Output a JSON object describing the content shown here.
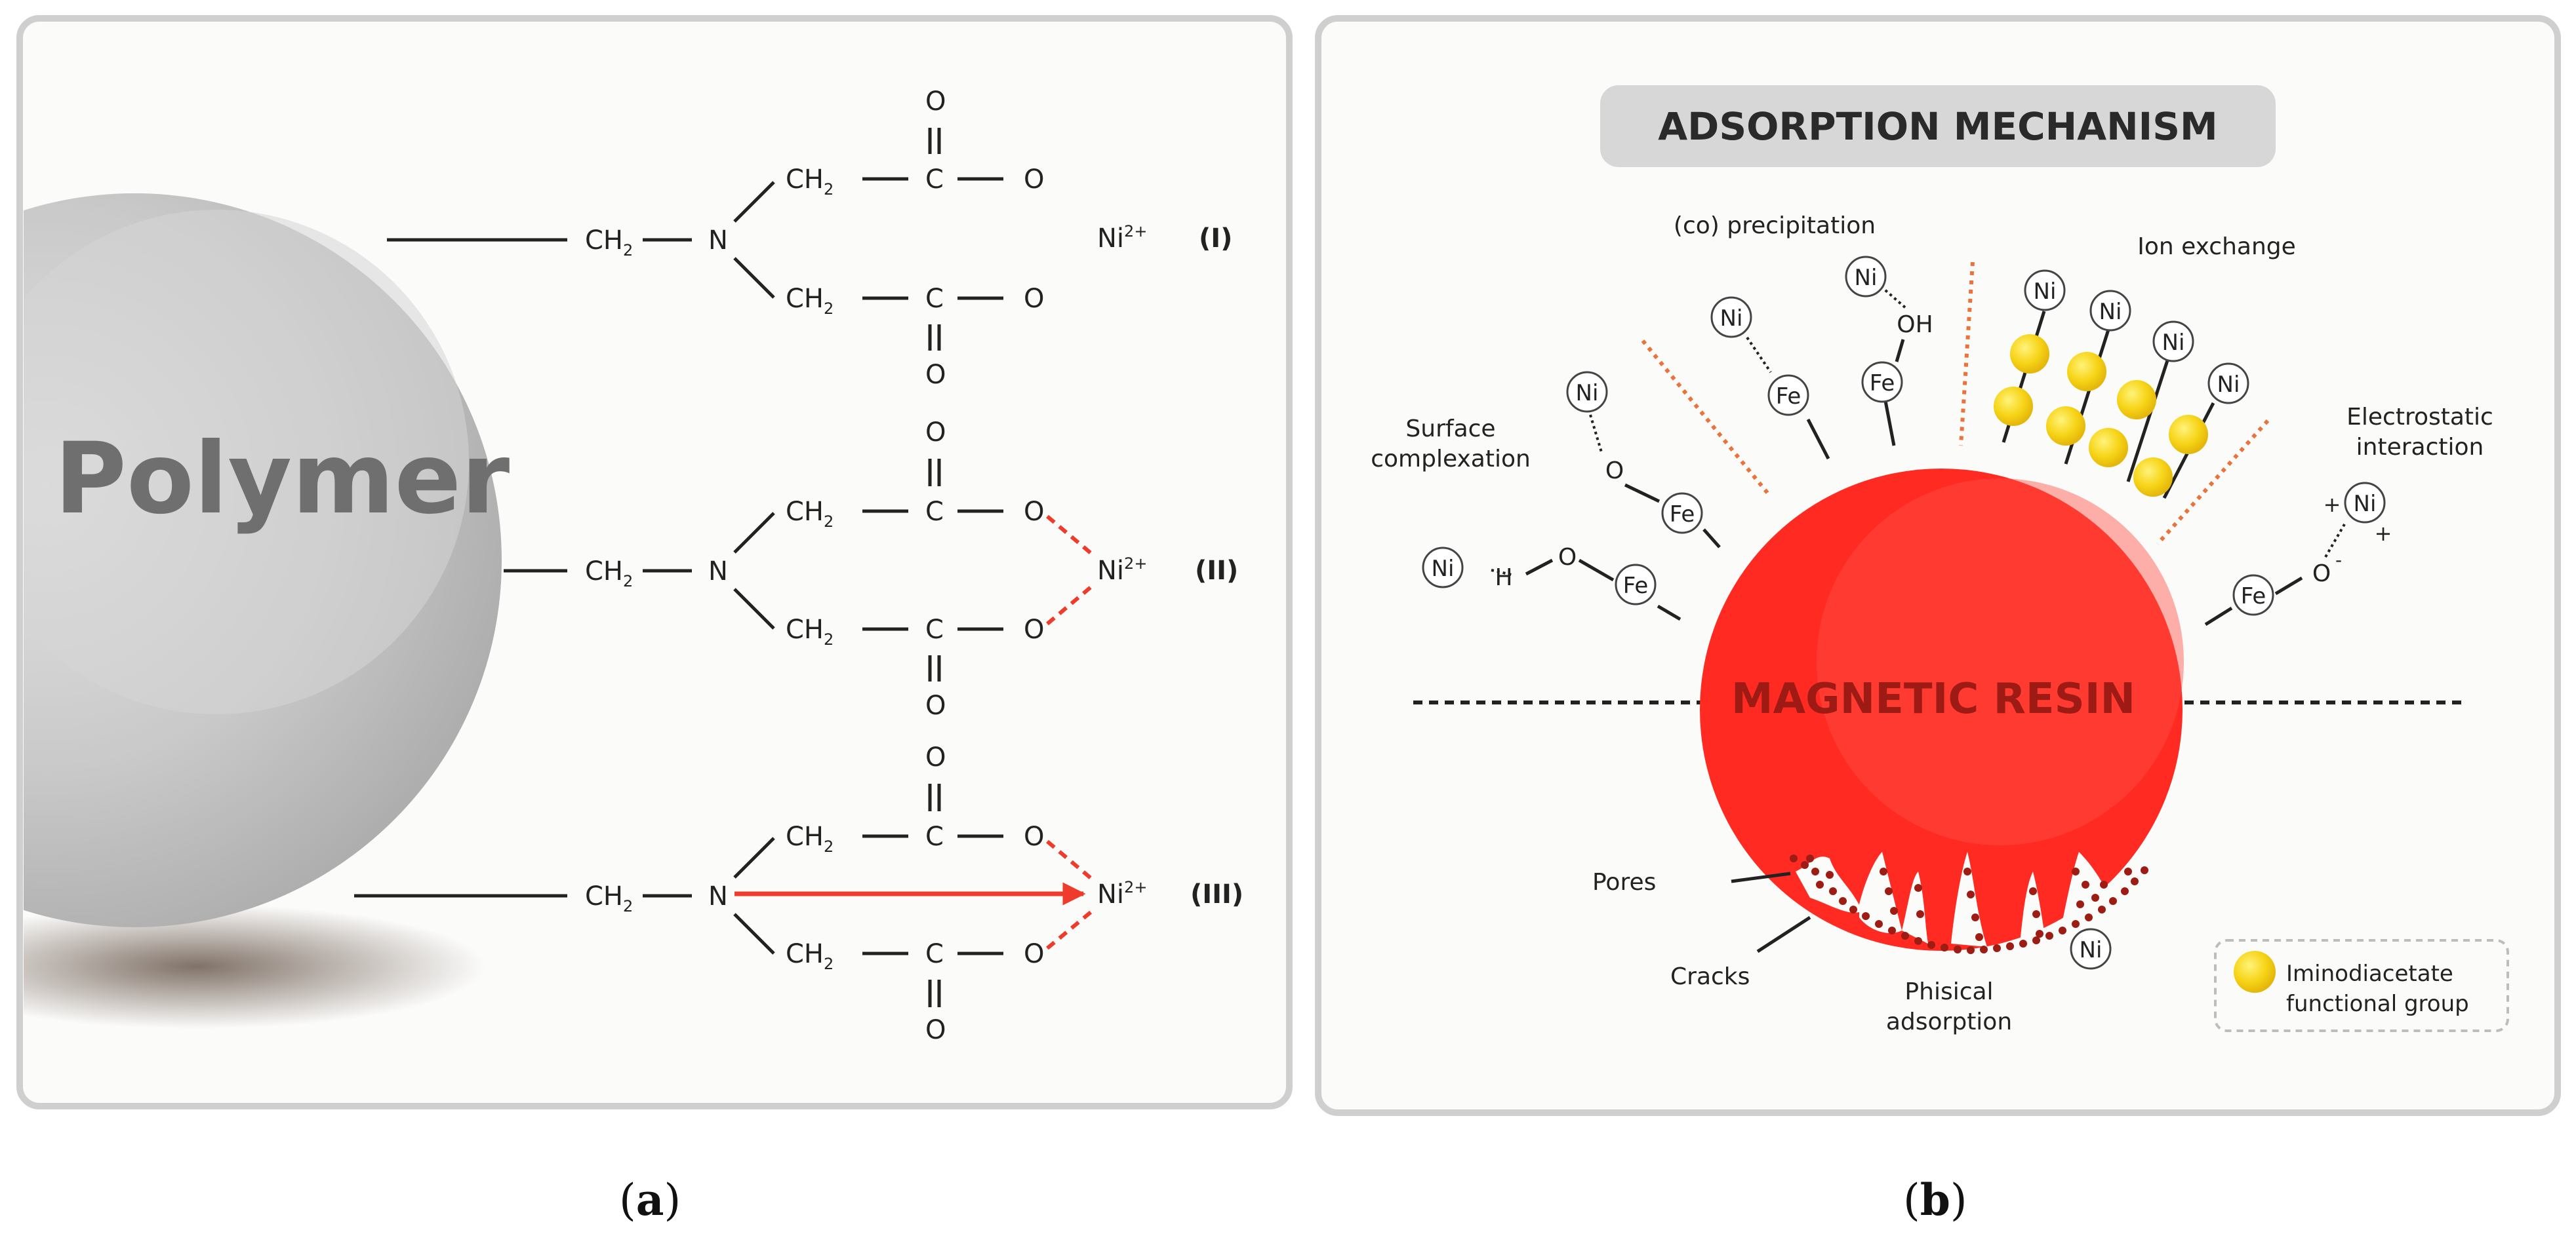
{
  "panel_a": {
    "polymer_label": "Polymer",
    "ch2": "CH",
    "sub2": "2",
    "n": "N",
    "c": "C",
    "o": "O",
    "ni": "Ni",
    "ni_charge": "2+",
    "label_1": "(I)",
    "label_2": "(II)",
    "label_3": "(III)"
  },
  "panel_b": {
    "title": "ADSORPTION MECHANISM",
    "resin_label": "MAGNETIC RESIN",
    "co_precipitation": "(co) precipitation",
    "ion_exchange": "Ion exchange",
    "surface_complexation_1": "Surface",
    "surface_complexation_2": "complexation",
    "electrostatic_1": "Electrostatic",
    "electrostatic_2": "interaction",
    "pores": "Pores",
    "cracks": "Cracks",
    "physical_1": "Phisical",
    "physical_2": "adsorption",
    "legend_1": "Iminodiacetate",
    "legend_2": "functional group",
    "ni": "Ni",
    "fe": "Fe",
    "o": "O",
    "oh": "OH",
    "h": "H",
    "plus": "+",
    "minus": "-"
  },
  "captions": {
    "a_open": "(",
    "a_letter": "a",
    "a_close": ")",
    "b_open": "(",
    "b_letter": "b",
    "b_close": ")"
  },
  "colors": {
    "resin": "#ff2b22",
    "bond_red": "#ee3b2b",
    "guide_orange": "#e9733a",
    "ball_yellow": "#f7d417",
    "pore_dots": "#9d1c14",
    "panel_border": "#cfcfcf",
    "title_pill": "#d7d7d7"
  }
}
